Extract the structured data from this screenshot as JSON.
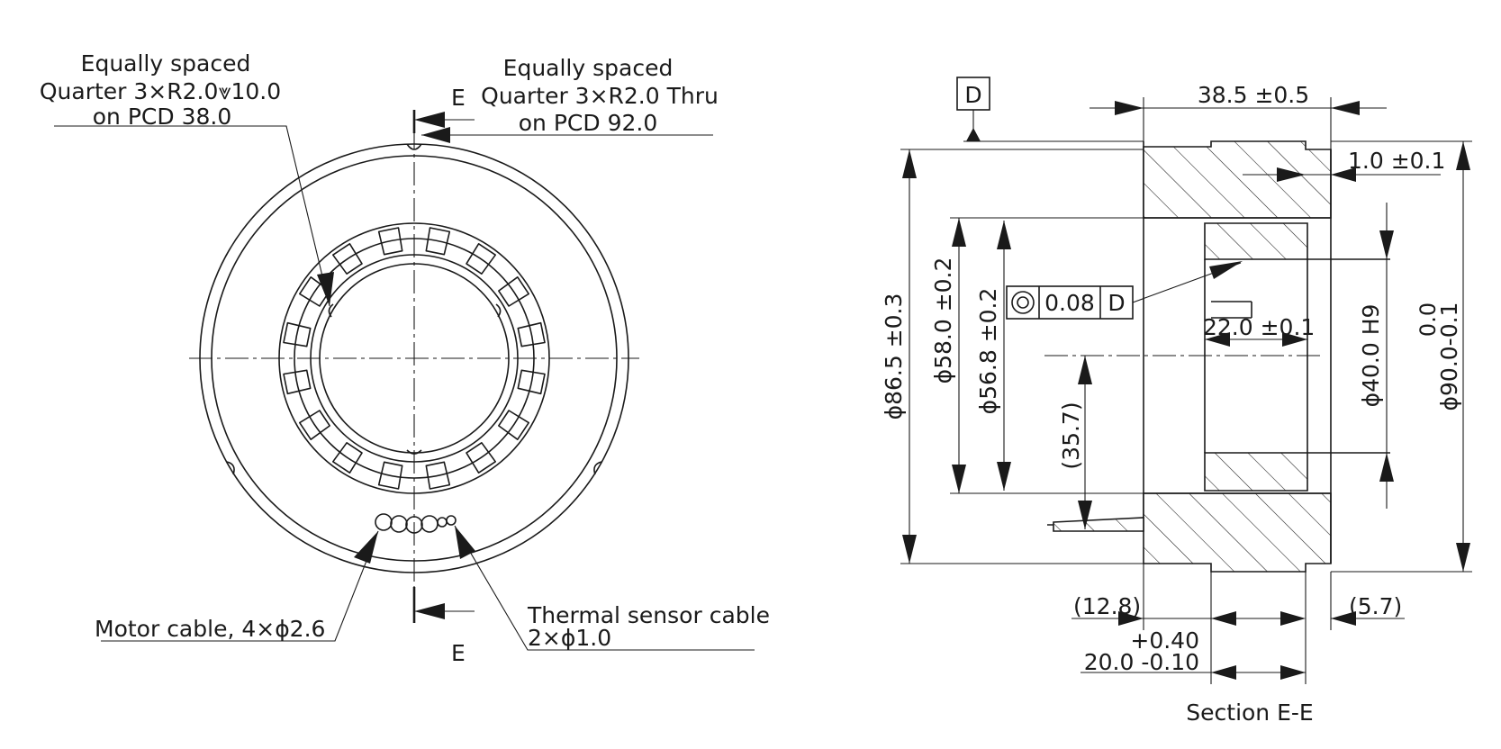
{
  "front_view": {
    "callout_top_left": {
      "line1": "Equally spaced",
      "line2": "Quarter 3×R2.0⩔10.0",
      "line3": "on PCD 38.0"
    },
    "callout_top_right": {
      "line1": "Equally spaced",
      "line2": "Quarter 3×R2.0 Thru",
      "line3": "on PCD 92.0"
    },
    "section_mark_top": "E",
    "section_mark_bottom": "E",
    "motor_cable_label": "Motor cable, 4×ϕ2.6",
    "thermal_cable_label_1": "Thermal sensor cable",
    "thermal_cable_label_2": "2×ϕ1.0"
  },
  "section_view": {
    "datum_label": "D",
    "caption": "Section E-E",
    "tolerance_frame": {
      "symbol": "concentricity-icon",
      "value": "0.08",
      "datum": "D"
    },
    "dims": {
      "width_top": "38.5 ±0.5",
      "lip": "1.0 ±0.1",
      "dia_865": "ϕ86.5 ±0.3",
      "dia_580": "ϕ58.0 ±0.2",
      "dia_568": "ϕ56.8 ±0.2",
      "d357": "(35.7)",
      "d220": "22.0 ±0.1",
      "dia_400": "ϕ40.0 H9",
      "dia_900_base": "ϕ90.0-0.1",
      "dia_900_upper": "0.0",
      "d128": "(12.8)",
      "d57": "(5.7)",
      "d200_upper": "+0.40",
      "d200_base": "20.0 -0.10"
    }
  }
}
